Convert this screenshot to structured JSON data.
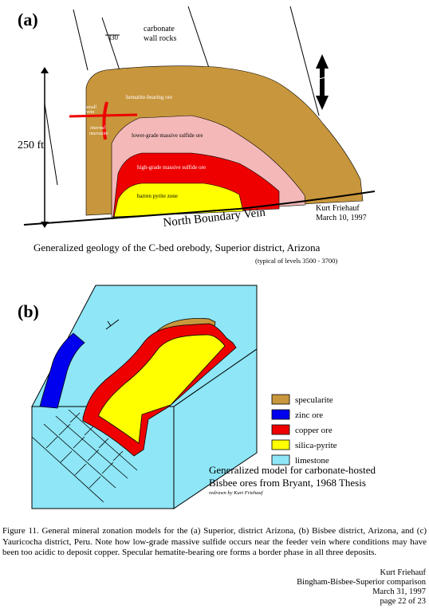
{
  "panel_a": {
    "label": "(a)",
    "wall_rocks": [
      "carbonate",
      "wall rocks"
    ],
    "dip": "30",
    "scale": "250 ft",
    "zones": {
      "hematite": "hematite-bearing ore",
      "lower_grade": "lower-grade massive sulfide ore",
      "high_grade": "high-grade massive sulfide ore",
      "barren_pyrite": "barren pyrite zone"
    },
    "small_vein": [
      "small",
      "vein"
    ],
    "internal_marcasite": [
      "internal",
      "marcasite"
    ],
    "vein_label": "North Boundary Vein",
    "author": [
      "Kurt Friehauf",
      "March 10, 1997"
    ],
    "title": "Generalized geology of the C-bed orebody, Superior district, Arizona",
    "subtitle": "(typical of levels 3500 - 3700)"
  },
  "panel_b": {
    "label": "(b)",
    "legend": [
      {
        "label": "specularite",
        "color": "#c8963c"
      },
      {
        "label": "zinc ore",
        "color": "#0000ee"
      },
      {
        "label": "copper ore",
        "color": "#ee0000"
      },
      {
        "label": "silica-pyrite",
        "color": "#ffff00"
      },
      {
        "label": "limestone",
        "color": "#8ee6f6"
      }
    ],
    "title": [
      "Generalized model for carbonate-hosted",
      "Bisbee ores from Bryant, 1968 Thesis"
    ],
    "redrawn": "redrawn by Kurt Friehauf"
  },
  "colors": {
    "hematite": "#c8963c",
    "lower_grade": "#f4b8b8",
    "high_grade": "#ee0000",
    "barren": "#ffff00",
    "limestone": "#8ee6f6",
    "zinc": "#0000ee"
  },
  "caption": "Figure 11.  General mineral zonation models for the (a) Superior, district Arizona, (b) Bisbee district, Arizona, and (c) Yauricocha district, Peru.  Note how low-grade massive sulfide occurs near the feeder vein where conditions may have been too acidic to deposit copper.  Specular hematite-bearing ore forms a border phase in all three deposits.",
  "credit": [
    "Kurt Friehauf",
    "Bingham-Bisbee-Superior comparison",
    "March 31, 1997",
    "page 22 of 23"
  ]
}
